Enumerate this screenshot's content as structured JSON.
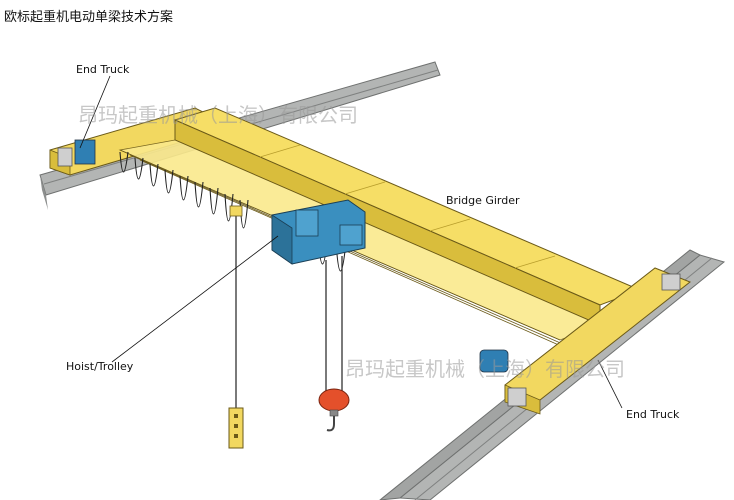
{
  "page": {
    "title": "欧标起重机电动单梁技术方案"
  },
  "labels": {
    "end_truck_top": "End Truck",
    "bridge_girder": "Bridge Girder",
    "hoist_trolley": "Hoist/Trolley",
    "end_truck_bottom": "End Truck"
  },
  "watermarks": {
    "top": "昂玛起重机械（上海）有限公司",
    "bottom": "昂玛起重机械（上海）有限公司"
  },
  "colors": {
    "girder_yellow": "#f6de66",
    "girder_shadow": "#d9bd3c",
    "rail_gray": "#a7a9a8",
    "rail_dark": "#7f8180",
    "hoist_blue": "#3a8fbf",
    "hook_red": "#e4502b"
  }
}
